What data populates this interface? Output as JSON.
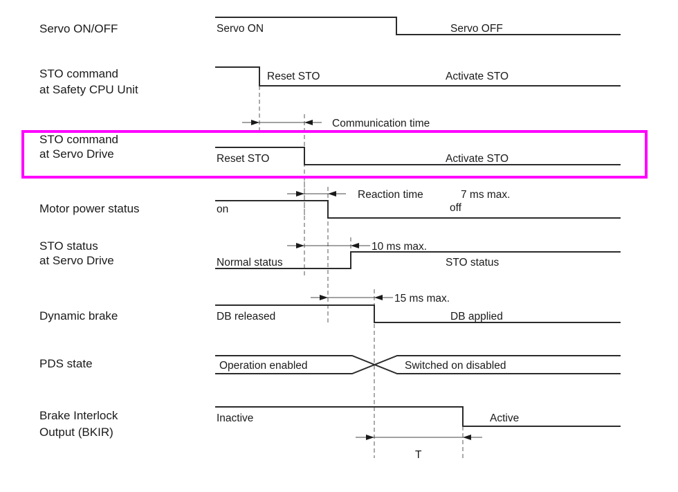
{
  "diagram": {
    "title": "STO timing chart",
    "highlight_color": "#ff00ff",
    "highlighted_row": "STO command at Servo Drive",
    "rows": [
      {
        "id": "servo",
        "label_lines": [
          "Servo ON/OFF"
        ],
        "states": [
          "Servo ON",
          "Servo OFF"
        ]
      },
      {
        "id": "sto_cpu",
        "label_lines": [
          "STO command",
          "at Safety CPU Unit"
        ],
        "states": [
          "Reset STO",
          "Activate STO"
        ]
      },
      {
        "id": "sto_drive",
        "label_lines": [
          "STO command",
          "at Servo Drive"
        ],
        "states": [
          "Reset STO",
          "Activate STO"
        ]
      },
      {
        "id": "motor",
        "label_lines": [
          "Motor power status"
        ],
        "states": [
          "on",
          "off"
        ]
      },
      {
        "id": "sto_status",
        "label_lines": [
          "STO status",
          "at Servo Drive"
        ],
        "states": [
          "Normal status",
          "STO status"
        ]
      },
      {
        "id": "db",
        "label_lines": [
          "Dynamic brake"
        ],
        "states": [
          "DB released",
          "DB applied"
        ]
      },
      {
        "id": "pds",
        "label_lines": [
          "PDS state"
        ],
        "states": [
          "Operation enabled",
          "Switched on disabled"
        ]
      },
      {
        "id": "bkir",
        "label_lines": [
          "Brake Interlock",
          "Output (BKIR)"
        ],
        "states": [
          "Inactive",
          "Active"
        ]
      }
    ],
    "intervals": {
      "communication": "Communication time",
      "reaction": "Reaction time",
      "reaction_max": "7 ms max.",
      "sto_status_max": "10 ms max.",
      "db_max": "15 ms max.",
      "bkir_delay": "T"
    }
  }
}
